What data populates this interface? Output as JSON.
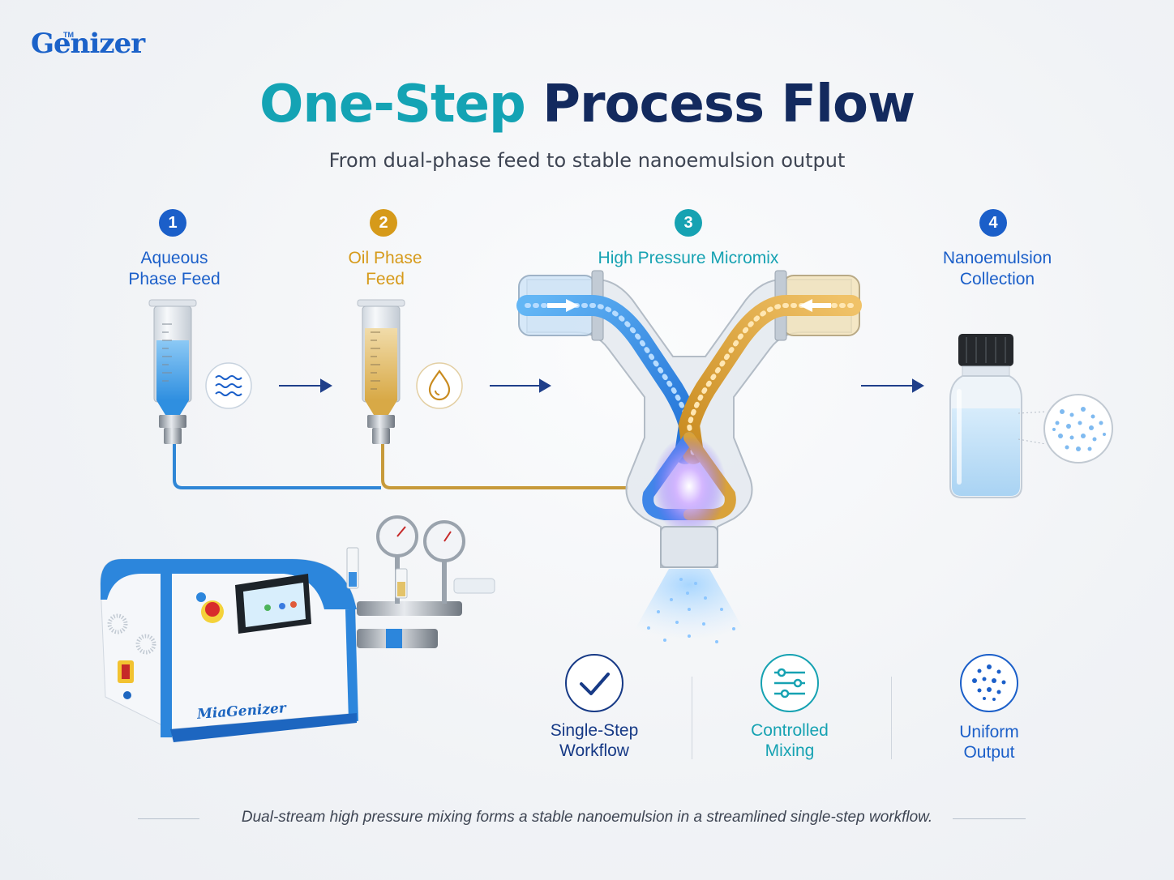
{
  "brand": {
    "logo_text": "Genizer",
    "trademark": "TM",
    "machine_label": "MiaGenizer"
  },
  "title": {
    "part1": "One-Step",
    "part2": "Process Flow"
  },
  "subtitle": "From dual-phase feed to stable nanoemulsion output",
  "steps": [
    {
      "number": "1",
      "line1": "Aqueous",
      "line2": "Phase Feed",
      "color": "#1b5fc9"
    },
    {
      "number": "2",
      "line1": "Oil Phase",
      "line2": "Feed",
      "color": "#d69a1a"
    },
    {
      "number": "3",
      "line1": "High Pressure Micromix",
      "line2": "",
      "color": "#16a2b2"
    },
    {
      "number": "4",
      "line1": "Nanoemulsion",
      "line2": "Collection",
      "color": "#1b5fc9"
    }
  ],
  "features": [
    {
      "line1": "Single-Step",
      "line2": "Workflow",
      "icon": "checkmark-icon",
      "color": "#173a86"
    },
    {
      "line1": "Controlled",
      "line2": "Mixing",
      "icon": "sliders-icon",
      "color": "#16a2b2"
    },
    {
      "line1": "Uniform",
      "line2": "Output",
      "icon": "dots-icon",
      "color": "#1b5fc9"
    }
  ],
  "footer": "Dual-stream high pressure mixing forms a stable nanoemulsion in a streamlined single-step workflow.",
  "colors": {
    "aqueous": "#2e8fe0",
    "oil": "#d9a43a",
    "teal": "#16a2b2",
    "navy": "#132a5e",
    "blue": "#1b5fc9"
  }
}
